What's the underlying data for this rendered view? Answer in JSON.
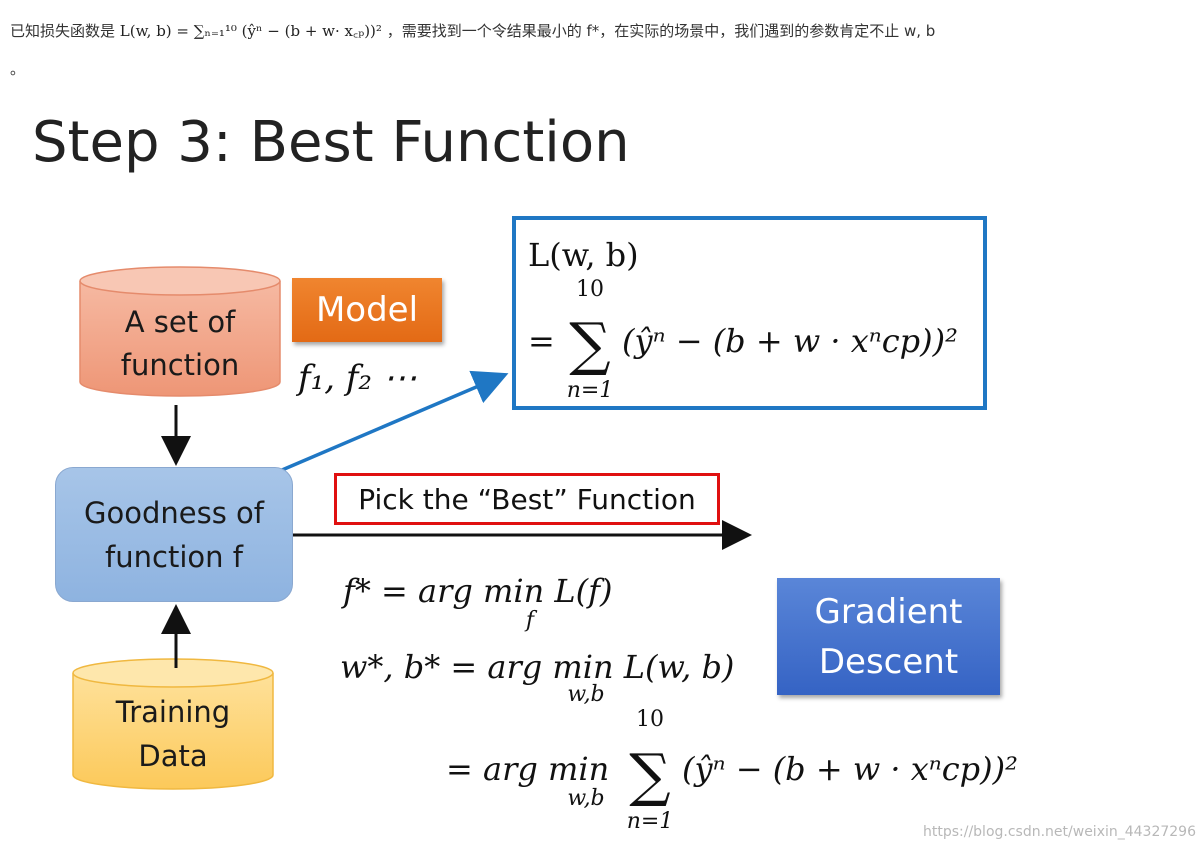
{
  "intro": {
    "prefix": "已知损失函数是",
    "formula": "L(w, b) = ∑ₙ₌₁¹⁰ (ŷⁿ − (b + w· x꜀ₚ))²",
    "suffix": "，需要找到一个令结果最小的 f*，在实际的场景中，我们遇到的参数肯定不止 w, b",
    "end": "。"
  },
  "slide": {
    "title": "Step 3: Best Function",
    "model_label": "Model",
    "functions_label": "f₁, f₂ ⋯",
    "set_of_function": [
      "A set of",
      "function"
    ],
    "goodness": [
      "Goodness of",
      "function f"
    ],
    "training_data": [
      "Training",
      "Data"
    ],
    "pick_label": "Pick the “Best” Function",
    "gradient_descent": [
      "Gradient",
      "Descent"
    ]
  },
  "formulas": {
    "loss_lhs": "L(w, b)",
    "sum_top": "10",
    "sum_bottom": "n=1",
    "eq": "=",
    "sigma": "∑",
    "loss_body": "(ŷⁿ − (b + w · xⁿcp))²",
    "fstar": "f* = arg min L(f)",
    "fstar_sub": "f",
    "wbstar": "w*, b* = arg min L(w, b)",
    "wbstar_sub": "w,b",
    "argmin_line": "= arg min",
    "argmin_sub": "w,b"
  },
  "colors": {
    "model_orange": "#e8751f",
    "gd_blue": "#3f6fcc",
    "goodness_blue": "#9dbde6",
    "cyl_salmon": "#f3a98e",
    "cyl_yellow": "#fdd47a",
    "loss_border": "#1f77c4",
    "pick_border": "#e01010",
    "arrow_blue": "#1f77c4"
  },
  "watermark": "https://blog.csdn.net/weixin_44327296"
}
